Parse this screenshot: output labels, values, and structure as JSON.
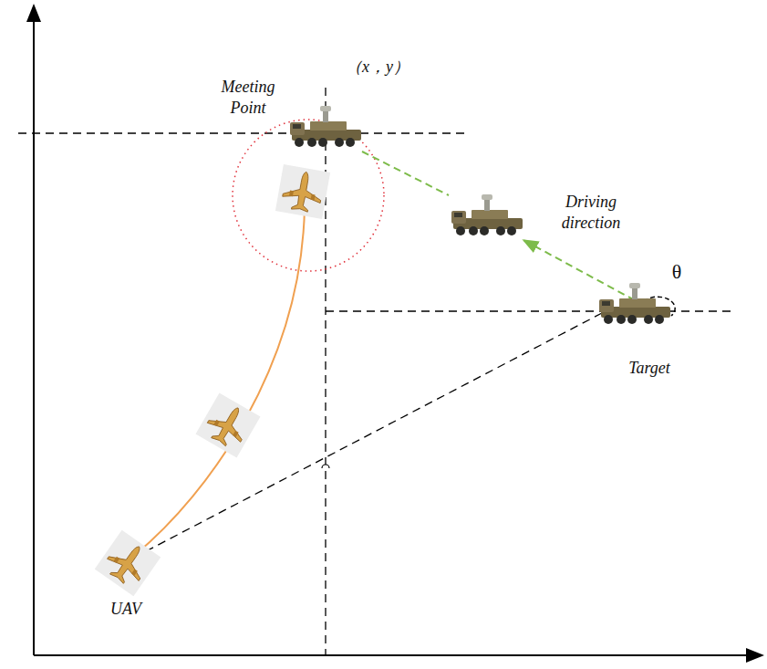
{
  "diagram": {
    "labels": [
      "Meeting Point",
      "（x，y）",
      "Driving direction",
      "θ",
      "Target",
      "UAV"
    ]
  }
}
